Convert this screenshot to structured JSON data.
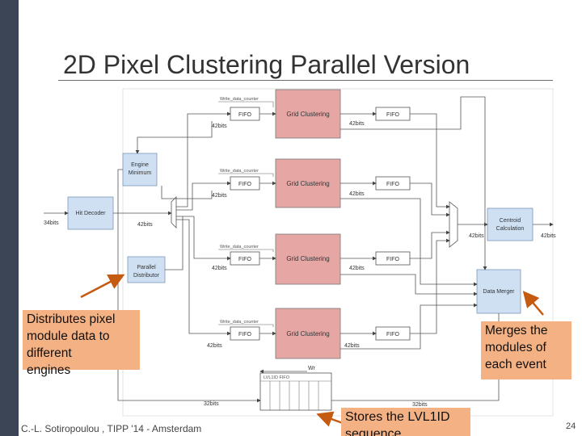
{
  "title": "2D Pixel Clustering Parallel Version",
  "footer": "C.-L. Sotiropoulou , TIPP '14 - Amsterdam",
  "page_number": "24",
  "callouts": {
    "left": [
      "Distributes pixel",
      "module data to",
      "different",
      "engines"
    ],
    "right": [
      "Merges the",
      "modules of",
      "each event"
    ],
    "bottom": [
      "Stores the LVL1ID",
      "sequence"
    ]
  },
  "blocks": {
    "grid_clustering": "Grid Clustering",
    "fifo": "FIFO",
    "engine_minimum": [
      "Engine",
      "Minimum"
    ],
    "hit_decoder": "Hit Decoder",
    "parallel_distributor": [
      "Parallel",
      "Distributor"
    ],
    "centroid_calculation": [
      "Centroid",
      "Calculation"
    ],
    "data_merger": "Data Merger",
    "lvl1id_fifo": "LVL1ID FIFO",
    "write_data_counter": "Write_data_counter",
    "wr": "Wr"
  },
  "bus_labels": {
    "b42": "42bits",
    "b34": "34bits",
    "b32": "32bits"
  },
  "colors": {
    "grid_clustering_fill": "#e6a7a4",
    "blue_block_fill": "#cfe0f2",
    "callout_fill": "#f4b183",
    "arrow_color": "#c55a11",
    "left_bar": "#3b4556"
  }
}
